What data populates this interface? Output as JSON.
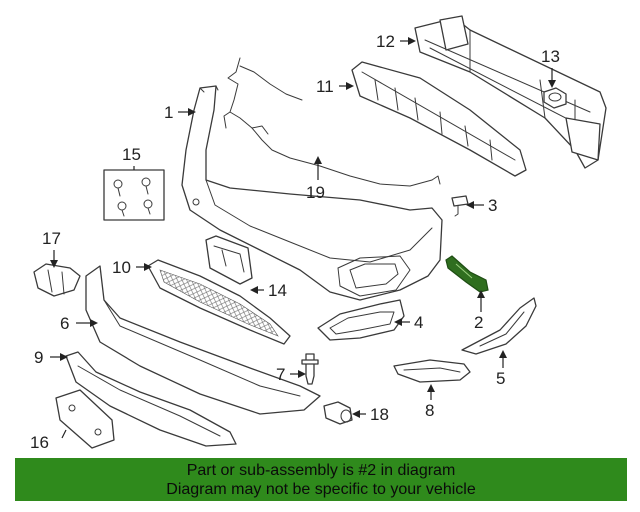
{
  "callouts": [
    "1",
    "2",
    "3",
    "4",
    "5",
    "6",
    "7",
    "8",
    "9",
    "10",
    "11",
    "12",
    "13",
    "14",
    "15",
    "16",
    "17",
    "18",
    "19"
  ],
  "highlighted_part": "2",
  "highlight_color": "#2f6e1f",
  "banner": {
    "line1": "Part or sub-assembly is #2 in diagram",
    "line2": "Diagram may not be specific to your vehicle",
    "color": "#2f8a1c"
  }
}
